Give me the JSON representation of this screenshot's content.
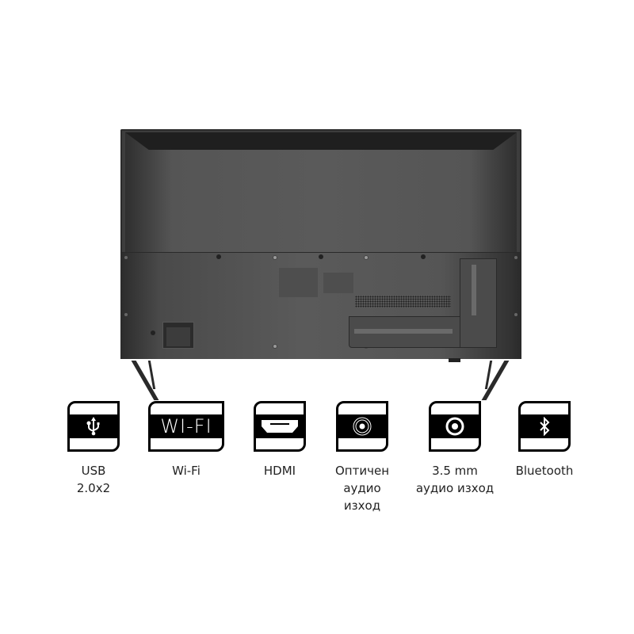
{
  "product": {
    "view": "TV rear view",
    "colors": {
      "body": "#555555",
      "bezel": "#1e1e1e",
      "icon": "#000000",
      "text": "#222222"
    }
  },
  "features": [
    {
      "icon": "usb-icon",
      "label_lines": [
        "USB",
        "2.0x2"
      ]
    },
    {
      "icon": "wifi-icon",
      "icon_text": "WI-FI",
      "label_lines": [
        "Wi-Fi"
      ]
    },
    {
      "icon": "hdmi-icon",
      "label_lines": [
        "HDMI"
      ]
    },
    {
      "icon": "optical-audio-icon",
      "label_lines": [
        "Оптичен",
        "аудио",
        "изход"
      ]
    },
    {
      "icon": "audio-jack-icon",
      "label_lines": [
        "3.5 mm",
        "аудио изход"
      ]
    },
    {
      "icon": "bluetooth-icon",
      "label_lines": [
        "Bluetooth"
      ]
    }
  ]
}
